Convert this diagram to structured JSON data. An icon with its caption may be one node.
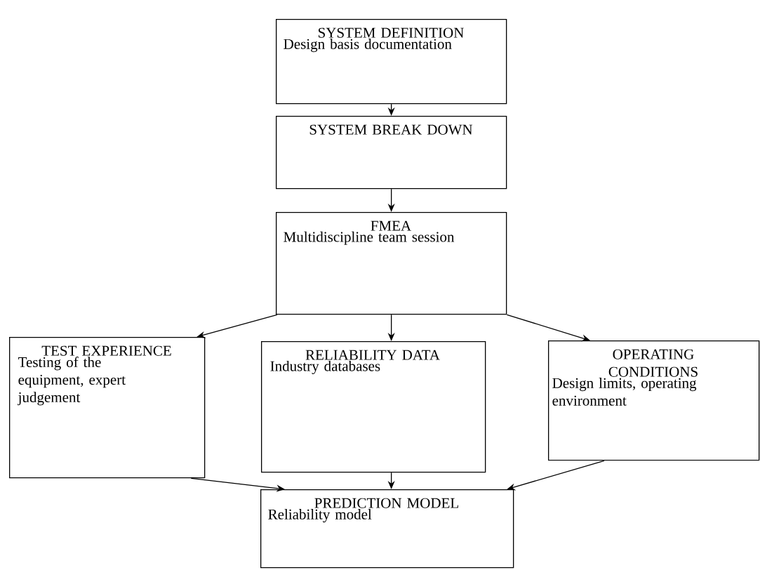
{
  "diagram": {
    "nodes": [
      {
        "text": [
          "SYSTEM DEFINITION",
          "Design basis documentation"
        ]
      },
      {
        "text": [
          "SYSTEM BREAK DOWN"
        ]
      },
      {
        "text": [
          "FMEA",
          "Multidiscipline team session"
        ]
      },
      {
        "text": [
          "TEST EXPERIENCE",
          "Testing of the equipment, expert judgement"
        ]
      },
      {
        "text": [
          "RELIABILITY DATA",
          "Industry databases"
        ]
      },
      {
        "text": [
          "OPERATING CONDITIONS",
          "Design limits, operating environment"
        ]
      },
      {
        "text": [
          "PREDICTION MODEL",
          "Reliability model"
        ]
      }
    ],
    "edges": [
      {
        "from": 0,
        "to": 1,
        "arrow": "to"
      },
      {
        "from": 1,
        "to": 2,
        "arrow": "to"
      },
      {
        "from": 2,
        "to": 3,
        "arrow": "to"
      },
      {
        "from": 2,
        "to": 4,
        "arrow": "to"
      },
      {
        "from": 2,
        "to": 5,
        "arrow": "to"
      },
      {
        "from": 3,
        "to": 6,
        "arrow": "to"
      },
      {
        "from": 4,
        "to": 6,
        "arrow": "to"
      },
      {
        "from": 5,
        "to": 6,
        "arrow": "to"
      }
    ]
  }
}
